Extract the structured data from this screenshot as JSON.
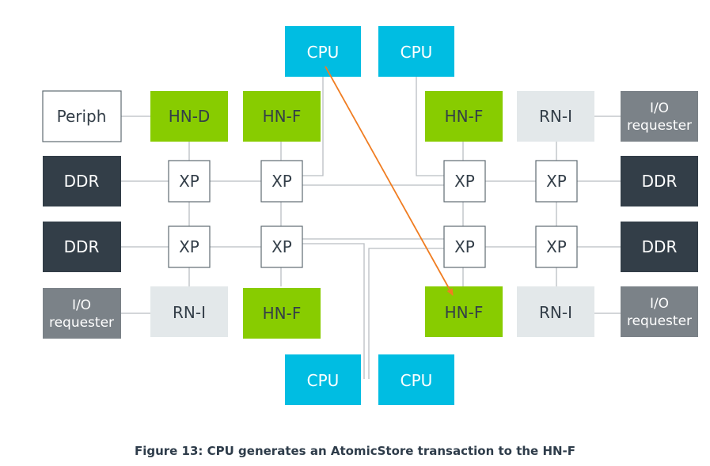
{
  "colors": {
    "cpu": "#00bde2",
    "hn": "#88cc00",
    "rni": "#e3e8ea",
    "io": "#7b8288",
    "ddr": "#333e48",
    "periph": "#ffffff",
    "xp": "#ffffff",
    "line": "#b9bec2",
    "arrow": "#f07d22",
    "caption": "#2e3c4a"
  },
  "nodes": {
    "cpu_top_left": "CPU",
    "cpu_top_right": "CPU",
    "periph": "Periph",
    "hnd": "HN-D",
    "hnf_r1_c2": "HN-F",
    "hnf_r1_c3": "HN-F",
    "rni_r1_c4": "RN-I",
    "io_top_right": [
      "I/O",
      "requester"
    ],
    "ddr_r2_left": "DDR",
    "xp_r2_c1": "XP",
    "xp_r2_c2": "XP",
    "xp_r2_c3": "XP",
    "xp_r2_c4": "XP",
    "ddr_r2_right": "DDR",
    "ddr_r3_left": "DDR",
    "xp_r3_c1": "XP",
    "xp_r3_c2": "XP",
    "xp_r3_c3": "XP",
    "xp_r3_c4": "XP",
    "ddr_r3_right": "DDR",
    "io_bottom_left": [
      "I/O",
      "requester"
    ],
    "rni_r4_c1": "RN-I",
    "hnf_r4_c2": "HN-F",
    "hnf_r4_c3_target": "HN-F",
    "rni_r4_c4": "RN-I",
    "io_bottom_right": [
      "I/O",
      "requester"
    ],
    "cpu_bottom_left": "CPU",
    "cpu_bottom_right": "CPU"
  },
  "caption": "Figure 13: CPU generates an AtomicStore transaction to the HN-F"
}
